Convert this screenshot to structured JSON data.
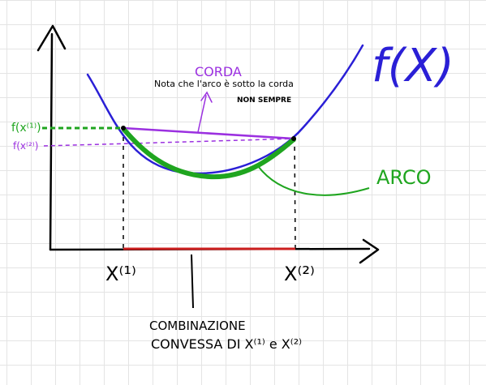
{
  "function_label": "f(X)",
  "corda_label": "CORDA",
  "note_line1": "Nota che l'arco è sotto la corda",
  "note_line2": "NON SEMPRE",
  "arco_label": "ARCO",
  "fx1_label": "f(x⁽¹⁾)",
  "fx2_label": "f(x⁽²⁾)",
  "x1_label": "X⁽¹⁾",
  "x2_label": "X⁽²⁾",
  "combo_line1": "COMBINAZIONE",
  "combo_line2": "CONVESSA DI X⁽¹⁾ e X⁽²⁾",
  "colors": {
    "ink": "#000000",
    "function": "#2a1fd6",
    "chord": "#9b30e0",
    "arc": "#1fa51f",
    "segment": "#cc1f1f"
  }
}
